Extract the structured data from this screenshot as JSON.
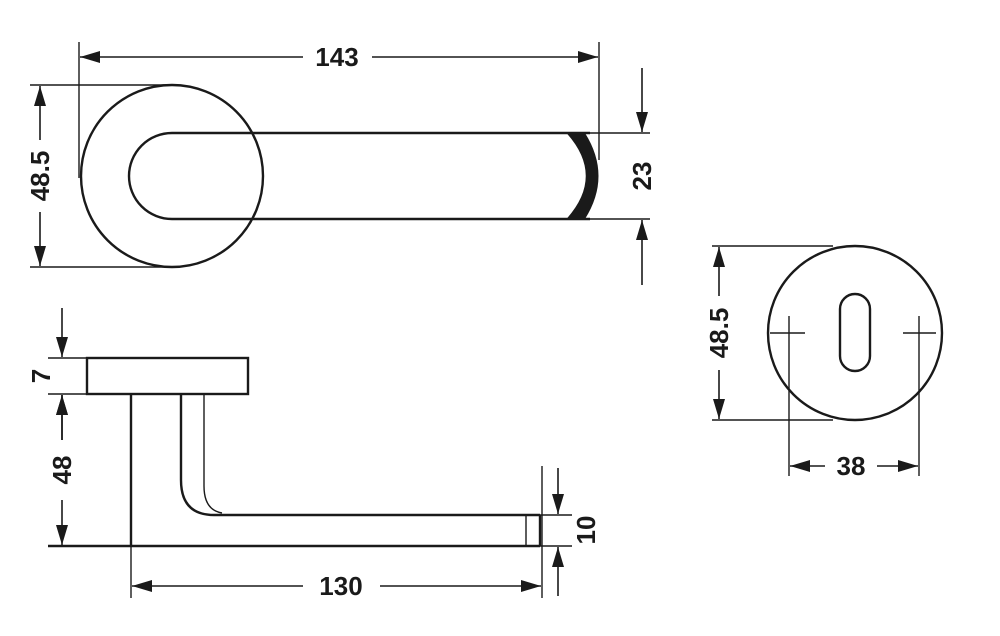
{
  "dimensions": {
    "handle_length": "143",
    "rose_diameter": "48.5",
    "grip_height": "23",
    "rose_thickness": "7",
    "handle_projection": "48",
    "lever_length": "130",
    "end_thickness": "10",
    "escutcheon_diameter": "48.5",
    "escutcheon_hole_spacing": "38"
  },
  "colors": {
    "line": "#1a1a1a",
    "background": "#ffffff"
  }
}
